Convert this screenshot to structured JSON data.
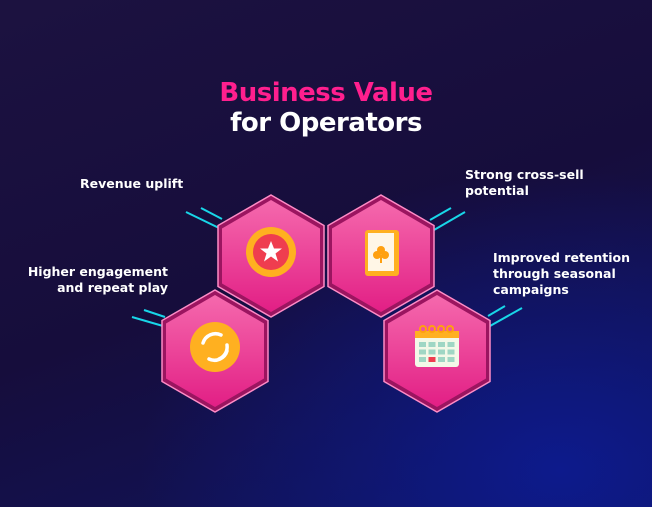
{
  "title": {
    "line1": "Business Value",
    "line2": "for Operators"
  },
  "items": [
    {
      "label": "Revenue uplift",
      "icon": "star-coin-icon"
    },
    {
      "label": "Strong cross-sell\npotential",
      "icon": "playing-card-icon"
    },
    {
      "label": "Higher engagement\nand repeat play",
      "icon": "refresh-cycle-icon"
    },
    {
      "label": "Improved retention\nthrough seasonal\ncampaigns",
      "icon": "calendar-icon"
    }
  ],
  "colors": {
    "accent": "#ff1f8e",
    "hex": "#f0408f",
    "line": "#18d6e8",
    "icon": "#ffb020"
  }
}
